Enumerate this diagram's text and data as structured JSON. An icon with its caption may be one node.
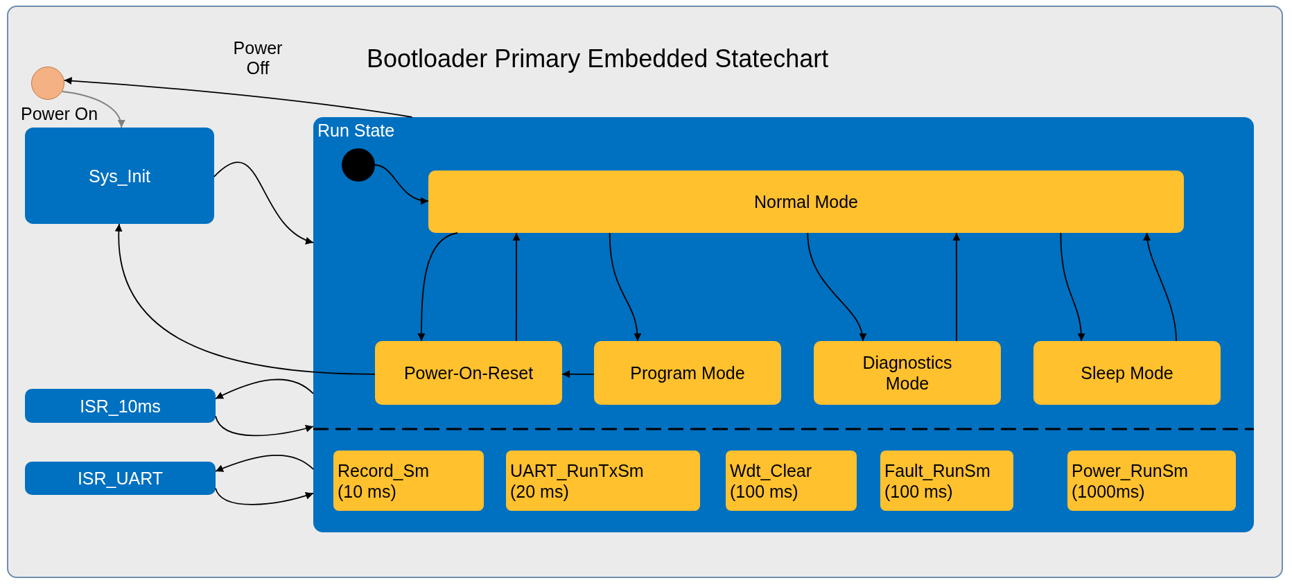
{
  "diagram": {
    "title": "Bootloader Primary Embedded Statechart",
    "nodes": [
      {
        "text": [],
        "shape": "circle"
      },
      {
        "text": [
          "Sys_Init"
        ]
      },
      {
        "text": [
          "Run State"
        ]
      },
      {
        "text": [],
        "shape": "circle",
        "in": 2
      },
      {
        "text": [
          "Normal Mode"
        ],
        "in": 2
      },
      {
        "text": [
          "Power-On-Reset"
        ],
        "in": 2
      },
      {
        "text": [
          "Program Mode"
        ],
        "in": 2
      },
      {
        "text": [
          "Diagnostics Mode"
        ],
        "in": 2
      },
      {
        "text": [
          "Sleep Mode"
        ],
        "in": 2
      },
      {
        "text": [
          "ISR_10ms"
        ]
      },
      {
        "text": [
          "ISR_UART"
        ]
      },
      {
        "text": [
          "Record_Sm (10 ms)"
        ],
        "in": 2
      },
      {
        "text": [
          "UART_RunTxSm (20 ms)"
        ],
        "in": 2
      },
      {
        "text": [
          "Wdt_Clear (100 ms)"
        ],
        "in": 2
      },
      {
        "text": [
          "Fault_RunSm (100 ms)"
        ],
        "in": 2
      },
      {
        "text": [
          "Power_RunSm (1000ms)"
        ],
        "in": 2
      }
    ],
    "edges": [
      {
        "from": 0,
        "to": 1,
        "arrow": "to",
        "label": "Power On",
        "color": "#808080"
      },
      {
        "from": 2,
        "to": 0,
        "arrow": "to",
        "label": "Power Off"
      },
      {
        "from": 1,
        "to": 2,
        "arrow": "to"
      },
      {
        "from": 3,
        "to": 4,
        "arrow": "to"
      },
      {
        "from": 4,
        "to": 5,
        "arrow": "to"
      },
      {
        "from": 5,
        "to": 4,
        "arrow": "to"
      },
      {
        "from": 4,
        "to": 6,
        "arrow": "to"
      },
      {
        "from": 4,
        "to": 7,
        "arrow": "to"
      },
      {
        "from": 7,
        "to": 4,
        "arrow": "to"
      },
      {
        "from": 4,
        "to": 8,
        "arrow": "to"
      },
      {
        "from": 8,
        "to": 4,
        "arrow": "to"
      },
      {
        "from": 6,
        "to": 5,
        "arrow": "to"
      },
      {
        "from": 5,
        "to": 1,
        "arrow": "to"
      },
      {
        "from": 2,
        "to": 9,
        "arrow": "to"
      },
      {
        "from": 9,
        "to": 2,
        "arrow": "to"
      },
      {
        "from": 2,
        "to": 10,
        "arrow": "to"
      },
      {
        "from": 10,
        "to": 2,
        "arrow": "to"
      }
    ]
  }
}
